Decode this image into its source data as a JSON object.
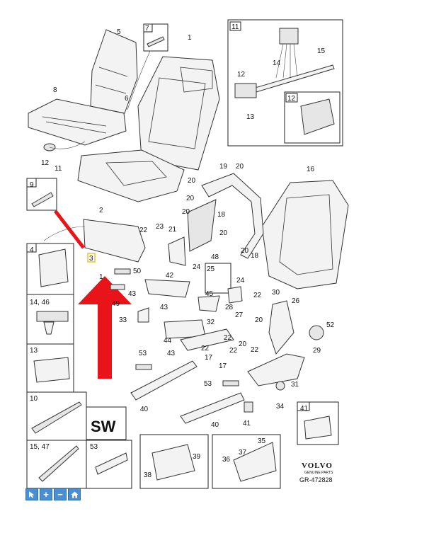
{
  "diagram": {
    "brand": "VOLVO",
    "brand_sub": "GENUINE PARTS",
    "drawing_ref": "GR-472828",
    "sw_label": "SW",
    "callout_label": "3",
    "inset_labels": {
      "i7": "7",
      "i11": "11",
      "i12": "12",
      "i9": "9",
      "i4": "4",
      "i1446": "14, 46",
      "i13": "13",
      "i10": "10",
      "i1547": "15, 47",
      "i53": "53",
      "i41": "41"
    },
    "part_labels": {
      "p1": "1",
      "p2": "2",
      "p5": "5",
      "p6": "6",
      "p8": "8",
      "p11": "11",
      "p12": "12",
      "p11b_14": "14",
      "p11b_15": "15",
      "p11b_12": "12",
      "p11b_13": "13",
      "p16": "16",
      "p17": "17",
      "p17b": "17",
      "p18": "18",
      "p18b": "18",
      "p19": "19",
      "p20a": "20",
      "p20b": "20",
      "p20c": "20",
      "p20d": "20",
      "p20e": "20",
      "p20f": "20",
      "p20g": "20",
      "p21": "21",
      "p22a": "22",
      "p22b": "22",
      "p22c": "22",
      "p22d": "22",
      "p22e": "22",
      "p23": "23",
      "p24a": "24",
      "p24b": "24",
      "p25": "25",
      "p26": "26",
      "p27": "27",
      "p28": "28",
      "p29": "29",
      "p30": "30",
      "p31": "31",
      "p32": "32",
      "p33": "33",
      "p34": "34",
      "p35": "35",
      "p36": "36",
      "p37": "37",
      "p38": "38",
      "p39": "39",
      "p40a": "40",
      "p40b": "40",
      "p41": "41",
      "p42": "42",
      "p43a": "43",
      "p43b": "43",
      "p43c": "43",
      "p44": "44",
      "p45": "45",
      "p48": "48",
      "p49": "49",
      "p50": "50",
      "p52": "52",
      "p53a": "53",
      "p53b": "53",
      "p1b": "1"
    }
  },
  "toolbar": {
    "select_icon": "pointer-icon",
    "zoom_in_label": "+",
    "zoom_out_label": "−",
    "home_icon": "home-icon"
  },
  "colors": {
    "arrow": "#e8141a",
    "toolbar": "#4a8fd3",
    "callout_box": "#e8b400"
  }
}
